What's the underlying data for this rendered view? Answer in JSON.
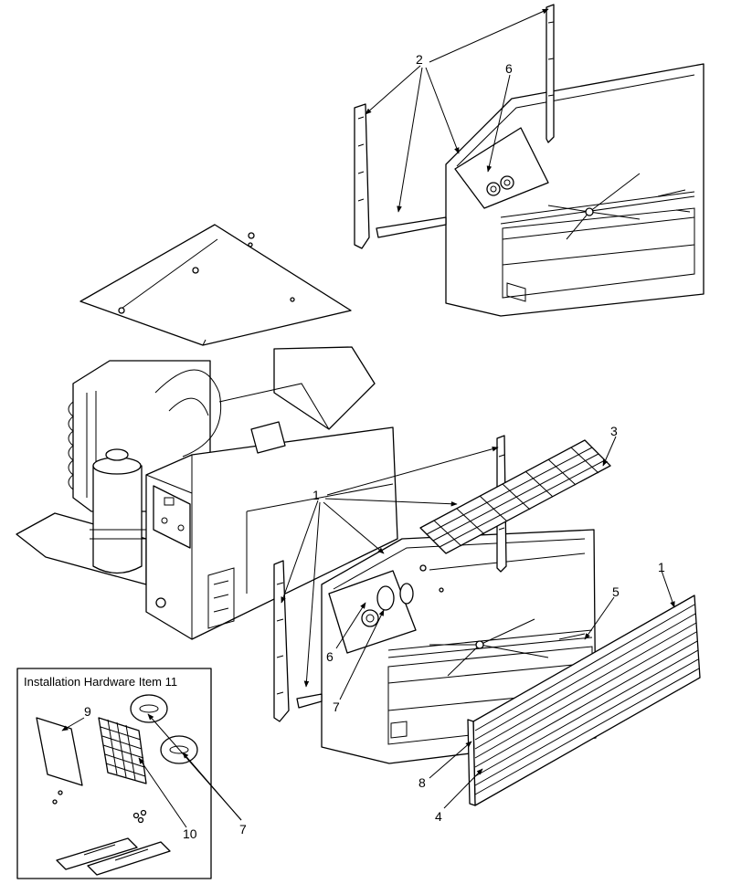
{
  "hardware_box": {
    "title": "Installation Hardware Item 11"
  },
  "callouts": {
    "c1a": "1",
    "c1b": "1",
    "c2": "2",
    "c3": "3",
    "c4": "4",
    "c5": "5",
    "c6a": "6",
    "c6b": "6",
    "c7a": "7",
    "c7b": "7",
    "c8": "8",
    "c9": "9",
    "c10": "10"
  },
  "colors": {
    "ink": "#000000",
    "paper": "#ffffff"
  }
}
